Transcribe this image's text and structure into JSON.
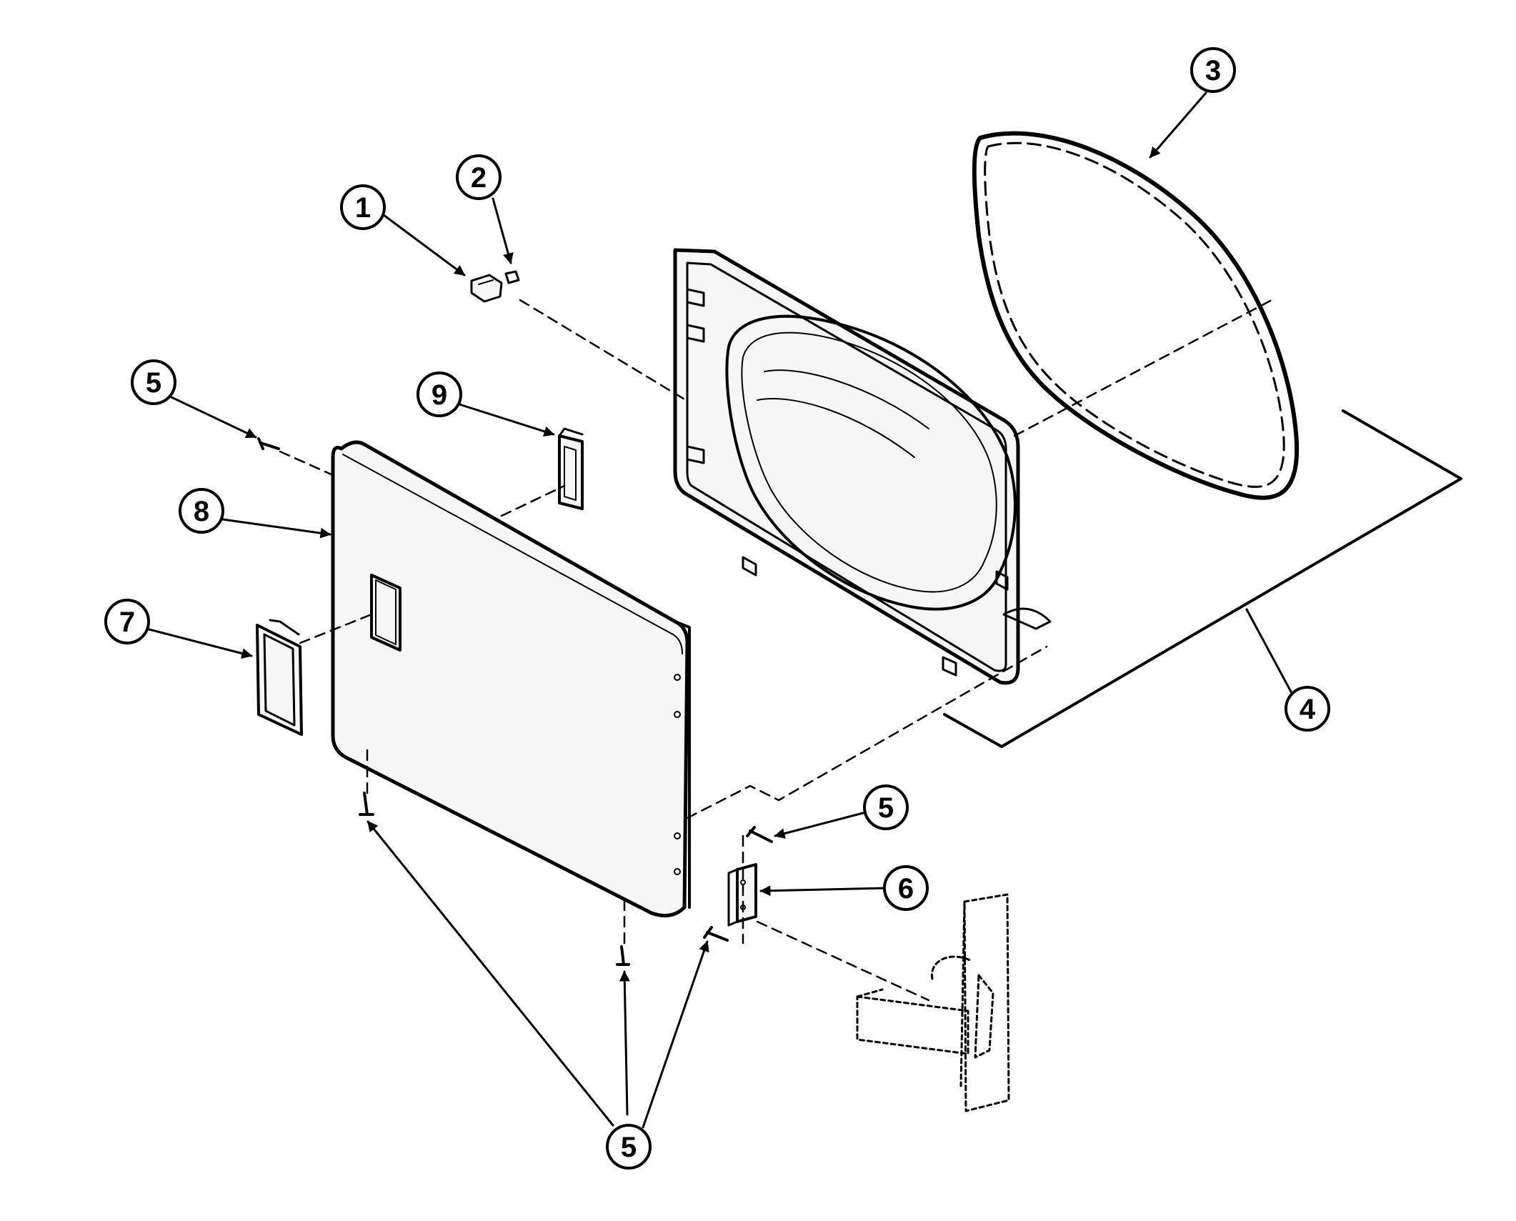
{
  "colors": {
    "ink": "#000000",
    "paper": "#ffffff",
    "part_fill": "#f7f7f7"
  },
  "callouts": {
    "c1": "1",
    "c2": "2",
    "c3": "3",
    "c4": "4",
    "c5a": "5",
    "c5b": "5",
    "c5c": "5",
    "c6": "6",
    "c7": "7",
    "c8": "8",
    "c9": "9"
  }
}
